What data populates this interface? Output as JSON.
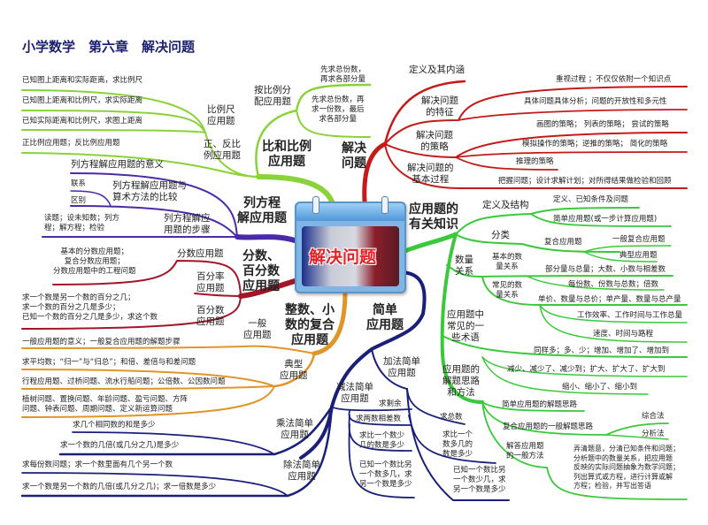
{
  "title": "小学数学　第六章　解决问题",
  "center": {
    "label": "解决问题"
  },
  "colors": {
    "ratio": "#8ad23a",
    "equation": "#4b2aa8",
    "fraction": "#a3162a",
    "integer": "#e0952a",
    "simple": "#1a1f7a",
    "solve": "#c41a1a",
    "knowledge": "#3cc83c"
  },
  "ratio": {
    "label": "比和比例\n应用题",
    "scale": "比例尺\n应用题",
    "direct": "正、反比\n例应用题",
    "dist": "按比例分\n配应用题",
    "leaves": [
      "已知图上距离和实际距离，求比例尺",
      "已知图上距离和比例尺，求实际距离",
      "已知实际距离和比例尺，求图上距离",
      "正比例应用题；反比例应用题",
      "先求总份数，\n再求各部分量",
      "先求总份数，再\n求一份数，最后\n求各部分量"
    ]
  },
  "equation": {
    "label": "列方程\n解应用题",
    "meaning": "列方程解应用题的意义",
    "compare": "列方程解应用题与\n算术方法的比较",
    "link": "联系",
    "diff": "区别",
    "steps": "列方程解应\n用题的步骤",
    "steps_detail": "读题；设未知数；列方\n程；解方程；检验"
  },
  "fraction": {
    "label": "分数、\n百分数\n应用题",
    "frac": "分数应用题",
    "rate": "百分率\n应用题",
    "percent": "百分数\n应用题",
    "frac_detail": "基本的分数应用题；\n复合分数应用题；\n分数应用题中的工程问题",
    "percent_detail": "求一个数是另一个数的百分之几；\n求一个数的百分之几是多少；\n已知一个数的百分之几是多少，求这个数"
  },
  "integer": {
    "label": "整数、小\n数的复合\n应用题",
    "general": "一般\n应用题",
    "typical": "典型\n应用题",
    "leaves": [
      "一般应用题的意义；一般复合应用题的解题步骤",
      "求平均数；“归一”与“归总”；和倍、差倍与和差问题",
      "行程应用题、过桥问题、流水行船问题；公倍数、公因数问题",
      "植树问题、置换问题、年龄问题、盈亏问题、方阵\n问题、钟表问题、周期问题、定义新运算问题"
    ]
  },
  "simple": {
    "label": "简单\n应用题",
    "add": "加法简单\n应用题",
    "sub": "减法简单\n应用题",
    "mul": "乘法简单\n应用题",
    "div": "除法简单\n应用题",
    "mul_leaves": [
      "求几个相同数的和是多少",
      "求一个数的几倍(或几分之几)是多少"
    ],
    "div_leaves": [
      "求每份数问题；求一个数里面有几个另一个数",
      "求一个数是另一个数的几倍(或几分之几)；求一倍数是多少"
    ],
    "sub_leaves": [
      "求剩余",
      "求两数相差数",
      "求比一个数少\n几的数是多少",
      "已知一个数比另\n一个数多几，求\n另一个数是多少"
    ],
    "add_leaves": [
      "求总数",
      "求比一个\n数多几的\n数是多少",
      "已知一个数比另\n一个数少几，求\n另一个数是多少"
    ]
  },
  "solve": {
    "label": "解决\n问题",
    "def": "定义及其内涵",
    "feature": "解决问题\n的特征",
    "strategy": "解决问题\n的策略",
    "process": "解决问题的\n基本过程",
    "feature_leaves": [
      "重视过程 ；不仅仅依附一个知识点",
      "具体问题具体分析；问题的开放性和多元性"
    ],
    "strategy_leaves": [
      "画图的策略； 列表的策略； 尝试的策略",
      "模拟操作的策略；逆推的策略； 简化的策略",
      "推理的策略"
    ],
    "process_leaf": "把握问题；设计求解计划；对所得结果做检验和回顾"
  },
  "knowledge": {
    "label": "应用题的\n有关知识",
    "def": "定义及结构",
    "def_leaf": "定义、已知条件及问题",
    "class": "分类",
    "simple_leaf": "简单应用题(或一步计算应用题)",
    "compound": "复合应用题",
    "compound_leaves": [
      "一般复合应用题",
      "典型应用题"
    ],
    "relation": "数量\n关系",
    "basic": "基本的数\n量关系",
    "basic_leaves": [
      "部分量与总量；大数、小数与相差数",
      "每份数、份数与总数；倍数"
    ],
    "common": "常见的数\n量关系",
    "common_leaves": [
      "单价、数量与总价；单产量、数量与总产量",
      "工作效率、工作时间与工作总量",
      "速度、时间与路程"
    ],
    "terms": "应用题中\n常见的一\n些术语",
    "terms_leaves": [
      "同样多；多、少；增加、增加了、增加到",
      "减少、减少了、减少到；扩大、扩大了、扩大到",
      "缩小、缩小了、缩小到"
    ],
    "method": "应用题的\n解题思路\n和方法",
    "simple_idea": "简单应用题的解题思路",
    "compound_idea": "复合应用题的一般解题思路",
    "synthesis": "综合法",
    "analysis": "分析法",
    "general": "解答应用题\n的一般方法",
    "general_detail": "弄清题意，分清已知条件和问题；\n分析题中的数量关系，把应用题\n反映的实际问题抽象为数学问题；\n列出算式或方程，进行计算或解\n方程；检验，并写出答语"
  }
}
